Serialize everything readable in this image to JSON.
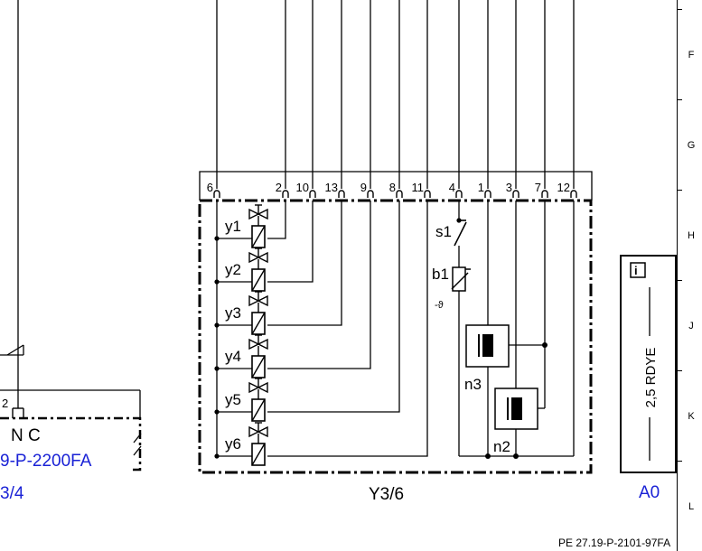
{
  "main_component": {
    "label": "Y3/6",
    "pins": [
      "6",
      "2",
      "10",
      "13",
      "9",
      "8",
      "11",
      "4",
      "1",
      "3",
      "7",
      "12"
    ],
    "valves": [
      "y1",
      "y2",
      "y3",
      "y4",
      "y5",
      "y6"
    ],
    "switch_label": "s1",
    "sensor_label": "b1",
    "sensor_symbol": "ϑ",
    "sensor_symbol_display": "-ϑ",
    "n2_label": "n2",
    "n3_label": "n3"
  },
  "left_component": {
    "pin_number": "2",
    "text_nc": "N C",
    "ref_doc": "9-P-2200FA",
    "ref_page": "3/4"
  },
  "wire_info": {
    "icon": "info-icon",
    "icon_glyph": "i",
    "wire_spec": "2,5 RDYE",
    "ref": "A0"
  },
  "ruler": {
    "labels": [
      "F",
      "G",
      "H",
      "J",
      "K",
      "L"
    ]
  },
  "document_id": "PE 27.19-P-2101-97FA",
  "colors": {
    "line": "#000000",
    "link_text": "#1a22d6",
    "background": "#ffffff"
  }
}
